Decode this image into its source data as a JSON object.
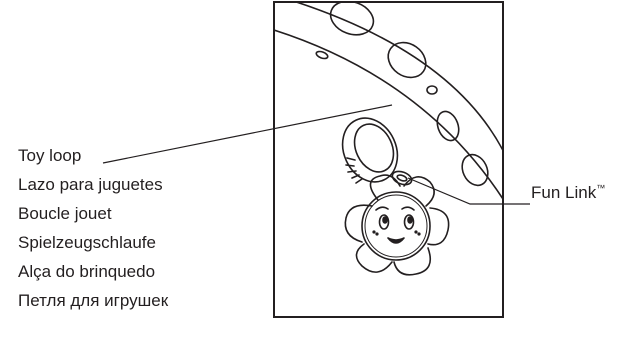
{
  "labels_left": [
    "Toy loop",
    "Lazo para juguetes",
    "Boucle jouet",
    "Spielzeugschlaufe",
    "Alça do brinquedo",
    "Петля для игрушек"
  ],
  "label_right": {
    "name": "Fun Link",
    "mark": "™"
  },
  "colors": {
    "ink": "#231f20",
    "background": "#ffffff"
  }
}
